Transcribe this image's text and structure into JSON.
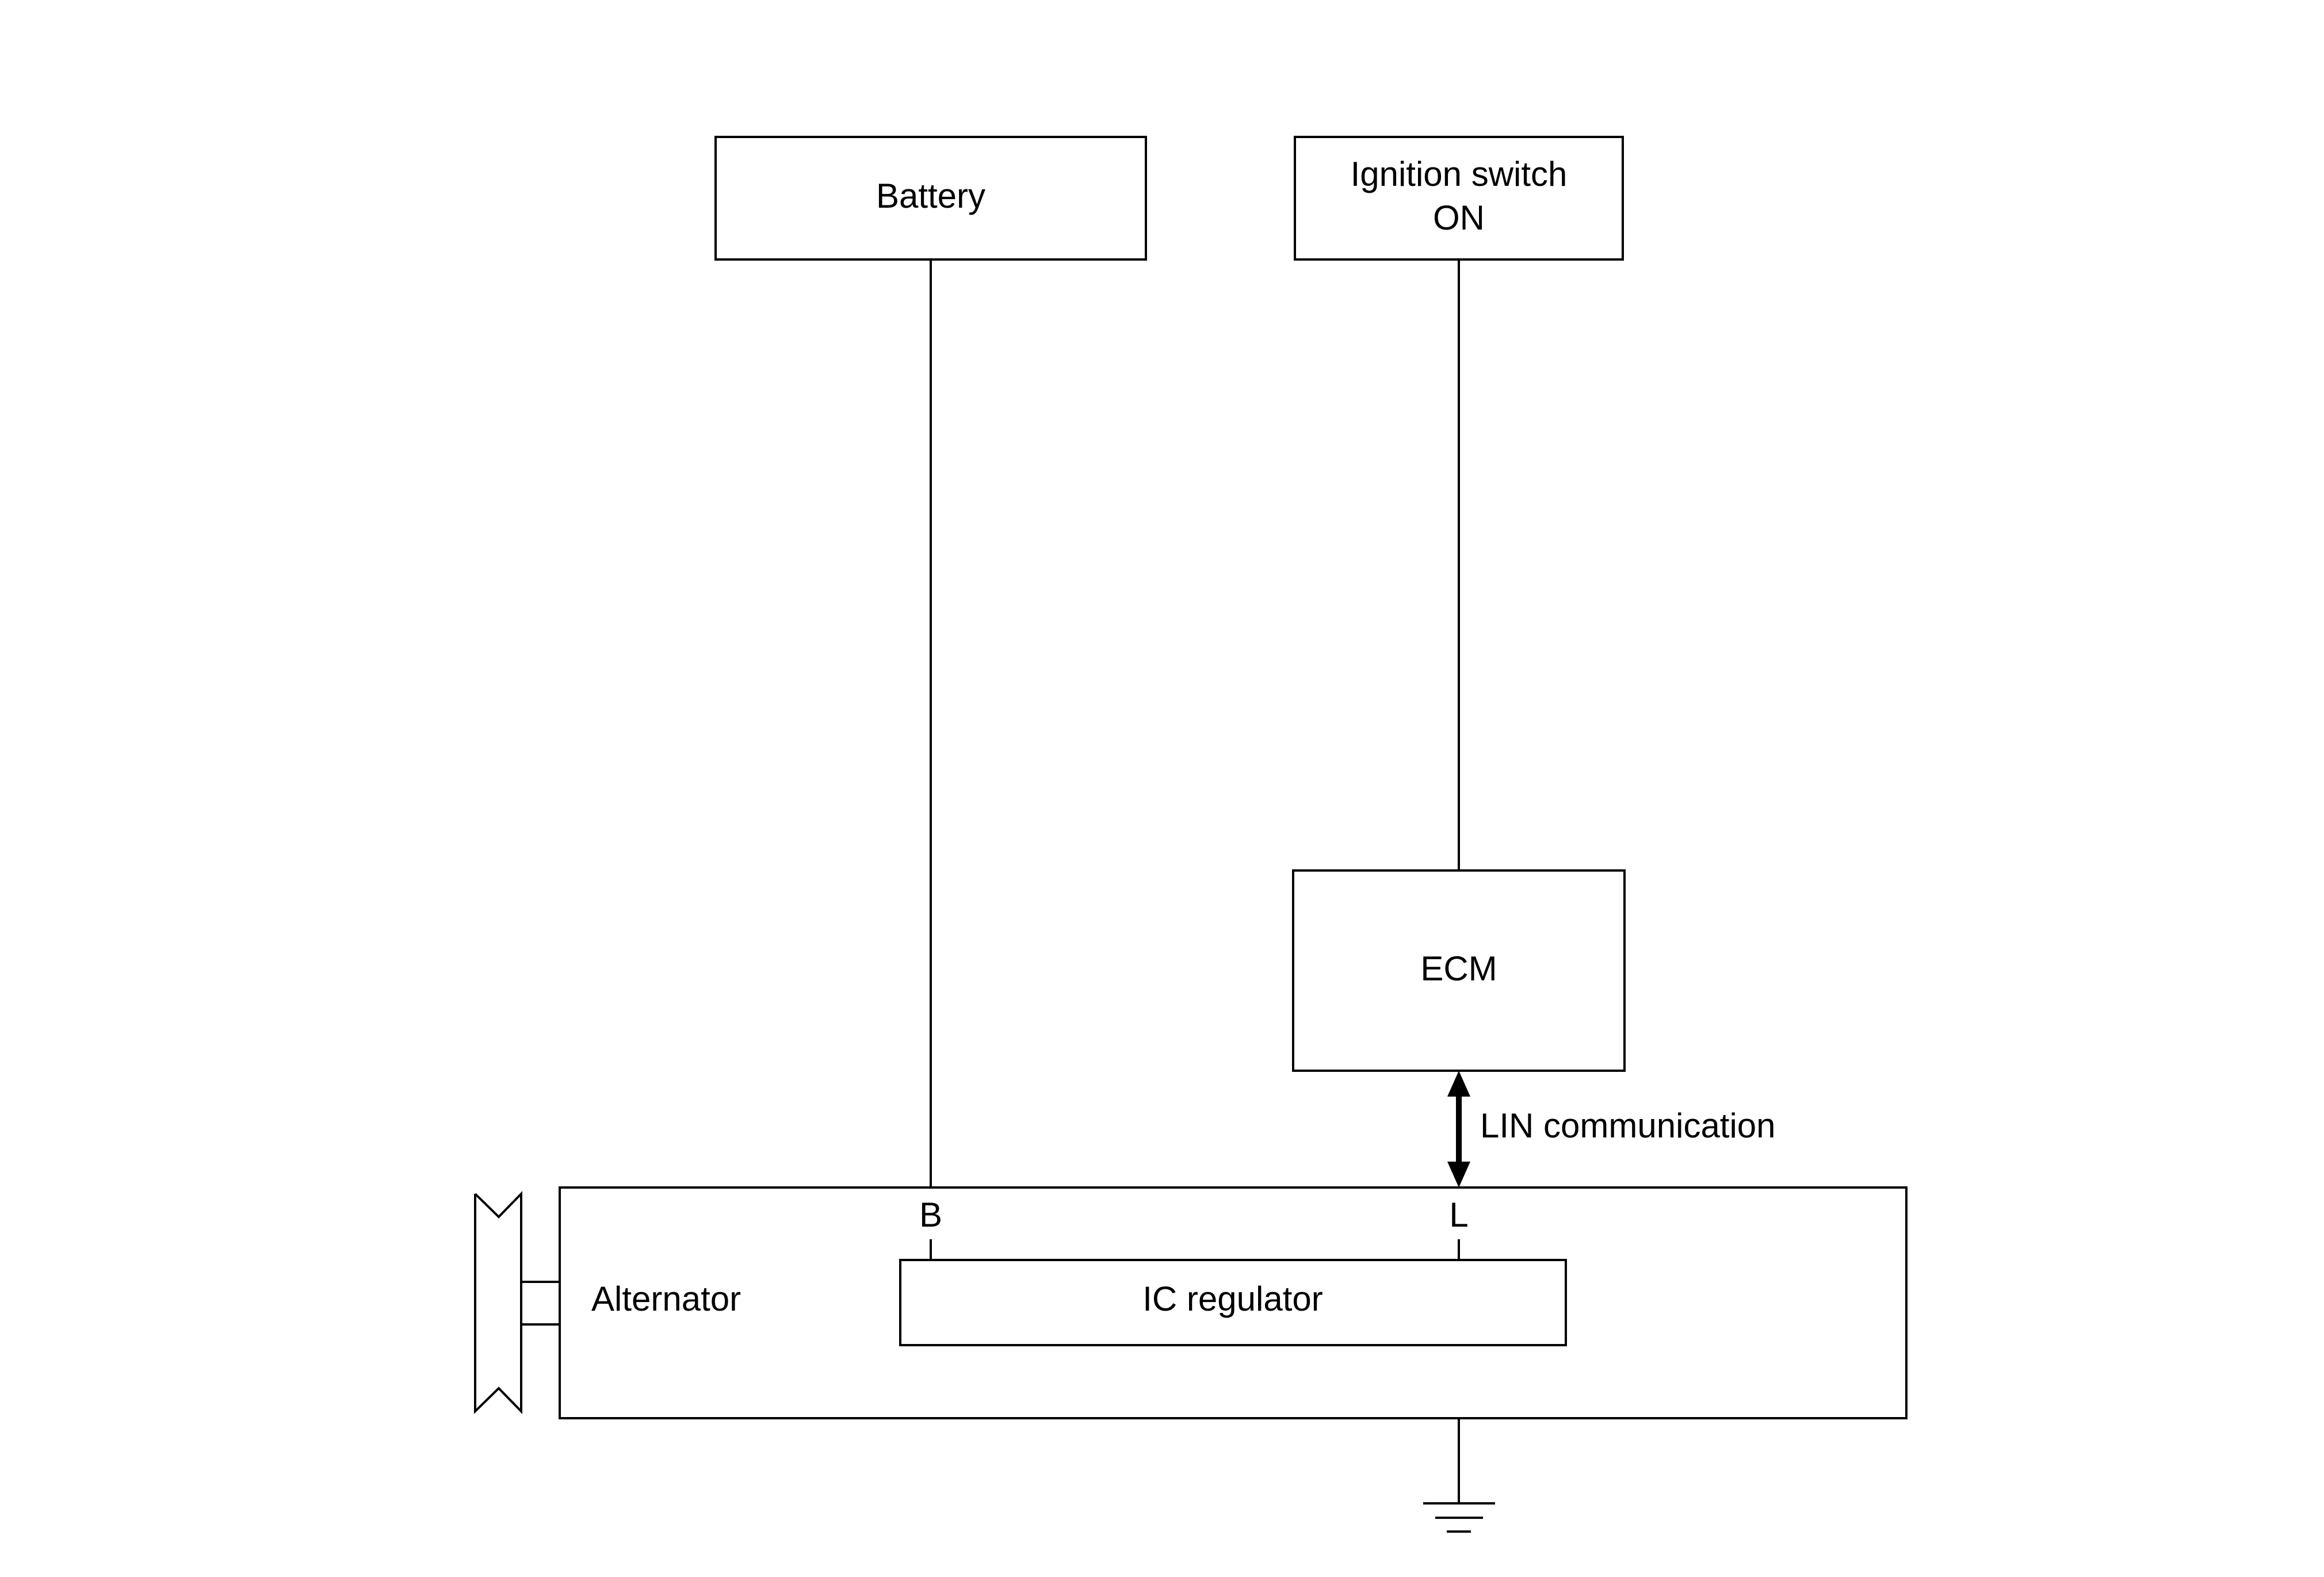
{
  "diagram": {
    "battery": "Battery",
    "ignition_line1": "Ignition switch",
    "ignition_line2": "ON",
    "ecm": "ECM",
    "lin": "LIN communication",
    "alternator": "Alternator",
    "terminal_b": "B",
    "terminal_l": "L",
    "ic_regulator": "IC regulator"
  }
}
